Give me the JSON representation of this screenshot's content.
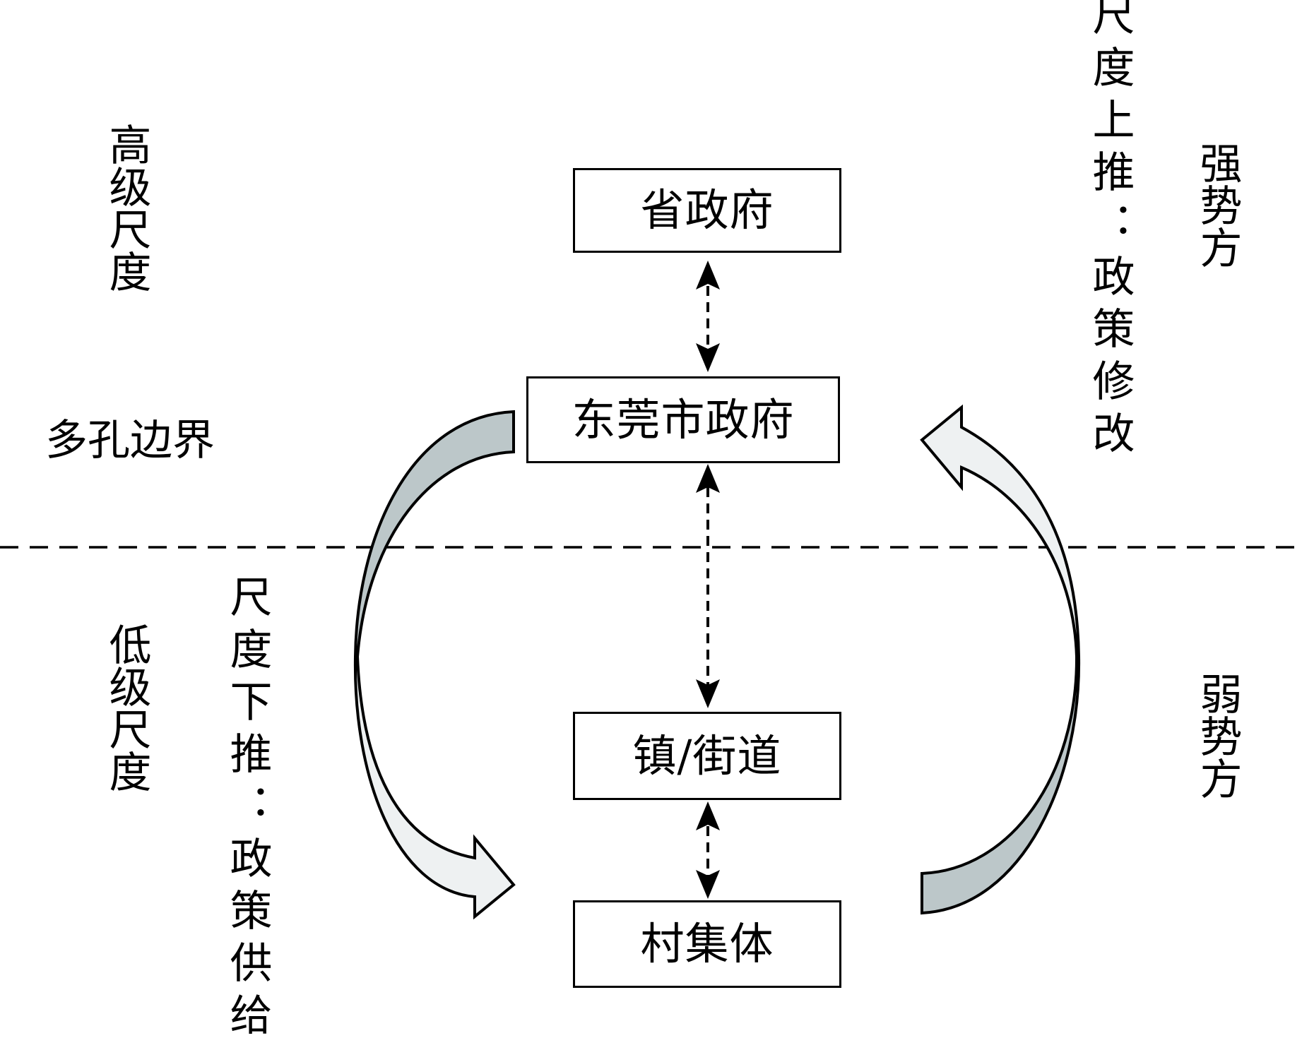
{
  "diagram": {
    "nodes": [
      {
        "id": "province",
        "label": "省政府"
      },
      {
        "id": "city",
        "label": "东莞市政府"
      },
      {
        "id": "town",
        "label": "镇/街道"
      },
      {
        "id": "village",
        "label": "村集体"
      }
    ],
    "edges": [
      {
        "from": "province",
        "to": "city",
        "style": "dashed",
        "direction": "bidirectional"
      },
      {
        "from": "city",
        "to": "town",
        "style": "dashed",
        "direction": "bidirectional"
      },
      {
        "from": "town",
        "to": "village",
        "style": "dashed",
        "direction": "bidirectional"
      }
    ],
    "curved_arrows": [
      {
        "id": "downscale",
        "from": "city",
        "to": "village",
        "side": "left",
        "label": "尺度下推：政策供给",
        "fill_tail": "#bcc7c9",
        "fill_head": "#eef1f2"
      },
      {
        "id": "upscale",
        "from": "village",
        "to": "city",
        "side": "right",
        "label": "尺度上推：政策修改",
        "fill_tail": "#bcc7c9",
        "fill_head": "#eef1f2"
      }
    ],
    "boundary": {
      "label": "多孔边界",
      "style": "dashed"
    },
    "labels": {
      "high_scale": "高级尺度",
      "low_scale": "低级尺度",
      "strong_side": "强势方",
      "weak_side": "弱势方",
      "scale_down": "尺度下推：政策供给",
      "scale_up": "尺度上推：政策修改",
      "porous_boundary": "多孔边界"
    }
  }
}
